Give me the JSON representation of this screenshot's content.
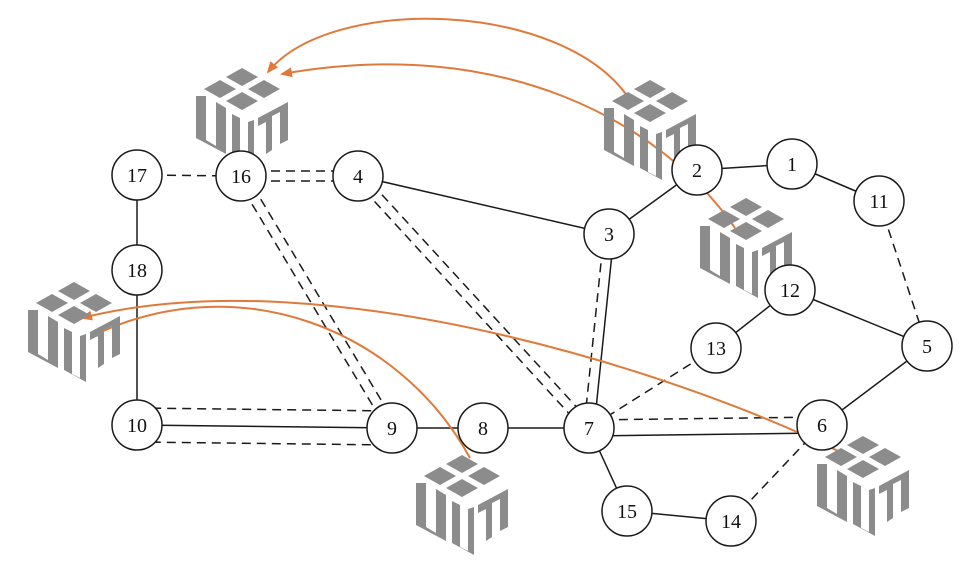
{
  "colors": {
    "node_stroke": "#1a1a1a",
    "node_fill": "#ffffff",
    "flow": "#e07a3a",
    "server": "#8c8c8c"
  },
  "server_icon": "server-rack-icon",
  "nodes": [
    {
      "id": "1",
      "label": "1"
    },
    {
      "id": "2",
      "label": "2"
    },
    {
      "id": "3",
      "label": "3"
    },
    {
      "id": "4",
      "label": "4"
    },
    {
      "id": "5",
      "label": "5"
    },
    {
      "id": "6",
      "label": "6"
    },
    {
      "id": "7",
      "label": "7"
    },
    {
      "id": "8",
      "label": "8"
    },
    {
      "id": "9",
      "label": "9"
    },
    {
      "id": "10",
      "label": "10"
    },
    {
      "id": "11",
      "label": "11"
    },
    {
      "id": "12",
      "label": "12"
    },
    {
      "id": "13",
      "label": "13"
    },
    {
      "id": "14",
      "label": "14"
    },
    {
      "id": "15",
      "label": "15"
    },
    {
      "id": "16",
      "label": "16"
    },
    {
      "id": "17",
      "label": "17"
    },
    {
      "id": "18",
      "label": "18"
    }
  ],
  "links": [
    {
      "from": "17",
      "to": "16",
      "style": "dashed"
    },
    {
      "from": "17",
      "to": "18",
      "style": "solid"
    },
    {
      "from": "18",
      "to": "10",
      "style": "solid"
    },
    {
      "from": "16",
      "to": "4",
      "style": "dashed",
      "count": 2
    },
    {
      "from": "16",
      "to": "9",
      "style": "dashed",
      "count": 2
    },
    {
      "from": "4",
      "to": "3",
      "style": "solid"
    },
    {
      "from": "4",
      "to": "7",
      "style": "dashed",
      "count": 2
    },
    {
      "from": "3",
      "to": "2",
      "style": "solid"
    },
    {
      "from": "2",
      "to": "1",
      "style": "solid"
    },
    {
      "from": "1",
      "to": "11",
      "style": "solid"
    },
    {
      "from": "11",
      "to": "5",
      "style": "dashed"
    },
    {
      "from": "12",
      "to": "5",
      "style": "solid"
    },
    {
      "from": "12",
      "to": "13",
      "style": "solid"
    },
    {
      "from": "13",
      "to": "7",
      "style": "dashed"
    },
    {
      "from": "3",
      "to": "7",
      "style": "solid+dashed"
    },
    {
      "from": "10",
      "to": "9",
      "style": "dashed+solid+dashed"
    },
    {
      "from": "9",
      "to": "8",
      "style": "solid"
    },
    {
      "from": "8",
      "to": "7",
      "style": "solid"
    },
    {
      "from": "7",
      "to": "6",
      "style": "dashed+solid"
    },
    {
      "from": "5",
      "to": "6",
      "style": "solid"
    },
    {
      "from": "7",
      "to": "15",
      "style": "solid"
    },
    {
      "from": "15",
      "to": "14",
      "style": "solid"
    },
    {
      "from": "14",
      "to": "6",
      "style": "dashed"
    }
  ],
  "servers": [
    {
      "id": "srv-top-left"
    },
    {
      "id": "srv-top-right"
    },
    {
      "id": "srv-mid-right"
    },
    {
      "id": "srv-left"
    },
    {
      "id": "srv-bottom"
    },
    {
      "id": "srv-bottom-right"
    }
  ],
  "flows": [
    {
      "from": "srv-top-right",
      "to": "srv-top-left"
    },
    {
      "from": "srv-mid-right",
      "to": "srv-top-left"
    },
    {
      "from": "srv-bottom-right",
      "to": "srv-left"
    },
    {
      "from": "srv-bottom",
      "to": "srv-left"
    }
  ]
}
